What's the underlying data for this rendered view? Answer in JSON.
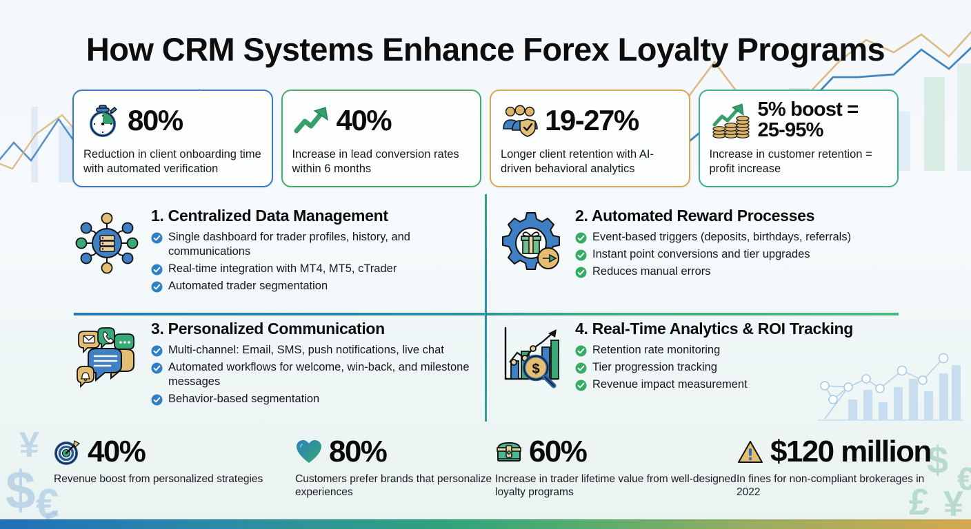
{
  "header": {
    "title": "How CRM Systems Enhance Forex Loyalty Programs"
  },
  "top_cards": [
    {
      "icon": "stopwatch-icon",
      "value": "80%",
      "desc": "Reduction in client onboarding time with automated verification",
      "border_color": "#3878c0"
    },
    {
      "icon": "trending-up-arrow-icon",
      "value": "40%",
      "desc": "Increase in lead conversion rates within 6 months",
      "border_color": "#4aa96c"
    },
    {
      "icon": "people-shield-icon",
      "value": "19-27%",
      "desc": "Longer client retention with AI-driven behavioral analytics",
      "border_color": "#d6aa55"
    },
    {
      "icon": "coins-growth-icon",
      "value_line1": "5% boost =",
      "value_line2": "25-95%",
      "desc": "Increase in customer retention = profit increase",
      "border_color": "#3fae92"
    }
  ],
  "sections": [
    {
      "icon": "network-hub-database-icon",
      "title": "1. Centralized Data Management",
      "check_color": "#2f7fc4",
      "bullets": [
        "Single dashboard for trader profiles, history, and communications",
        "Real-time integration with MT4, MT5, cTrader",
        "Automated trader segmentation"
      ]
    },
    {
      "icon": "gear-gift-arrow-icon",
      "title": "2. Automated Reward Processes",
      "check_color": "#35ac63",
      "bullets": [
        "Event-based triggers (deposits, birthdays, referrals)",
        "Instant point conversions and tier upgrades",
        "Reduces manual errors"
      ]
    },
    {
      "icon": "multichannel-chat-icon",
      "title": "3. Personalized Communication",
      "check_color": "#2f7fc4",
      "bullets": [
        "Multi-channel: Email, SMS, push notifications, live chat",
        "Automated workflows for welcome, win-back, and milestone messages",
        "Behavior-based segmentation"
      ]
    },
    {
      "icon": "bar-chart-magnifier-dollar-icon",
      "title": "4. Real-Time Analytics & ROI Tracking",
      "check_color": "#35ac63",
      "bullets": [
        "Retention rate monitoring",
        "Tier progression tracking",
        "Revenue impact measurement"
      ]
    }
  ],
  "bottom_stats": [
    {
      "icon": "target-dart-icon",
      "value": "40%",
      "desc": "Revenue boost from personalized strategies"
    },
    {
      "icon": "heart-icon",
      "value": "80%",
      "desc": "Customers prefer brands that personalize experiences"
    },
    {
      "icon": "treasure-chest-icon",
      "value": "60%",
      "desc": "Increase in trader lifetime value from well-designed loyalty programs"
    },
    {
      "icon": "warning-triangle-icon",
      "value": "$120 million",
      "desc": "In fines for non-compliant brokerages in 2022"
    }
  ],
  "background": {
    "watermarks_left": [
      "¥",
      "$",
      "€"
    ],
    "watermarks_right": [
      "$",
      "€",
      "£",
      "¥"
    ],
    "decor": [
      "zigzag-line-chart",
      "bar-chart",
      "network-nodes-chart"
    ]
  },
  "colors": {
    "accent_blue": "#2b77b4",
    "accent_green": "#3fa882",
    "accent_gold": "#d4a94e",
    "divider_teal": "#2f8fa6"
  }
}
